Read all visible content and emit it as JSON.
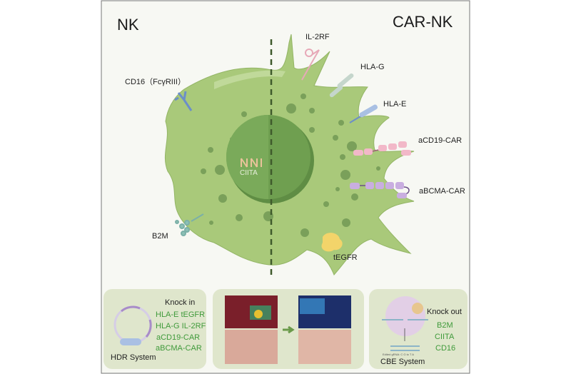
{
  "headers": {
    "left": "NK",
    "right": "CAR-NK"
  },
  "receptors": {
    "cd16": "CD16（FcγRIII）",
    "il2rf": "IL-2RF",
    "hlag": "HLA-G",
    "hlae": "HLA-E",
    "acd19": "aCD19-CAR",
    "abcma": "aBCMA-CAR",
    "b2m": "B2M",
    "tegfr": "tEGFR",
    "ciita": "CIITA"
  },
  "panels": {
    "hdr": {
      "title": "Knock in",
      "items": [
        "HLA-E tEGFR",
        "HLA-G IL-2RF",
        "aCD19-CAR",
        "aBCMA-CAR"
      ],
      "system": "HDR System"
    },
    "cbe": {
      "title": "Knock out",
      "items": [
        "B2M",
        "CIITA",
        "CD16"
      ],
      "system": "CBE System",
      "caption": "Edited gRNA: C G to T A"
    }
  },
  "colors": {
    "cell": "#a9c97a",
    "nucleus": "#6d9a4e",
    "panel": "#dfe6cc",
    "green_text": "#3f9a3a"
  }
}
